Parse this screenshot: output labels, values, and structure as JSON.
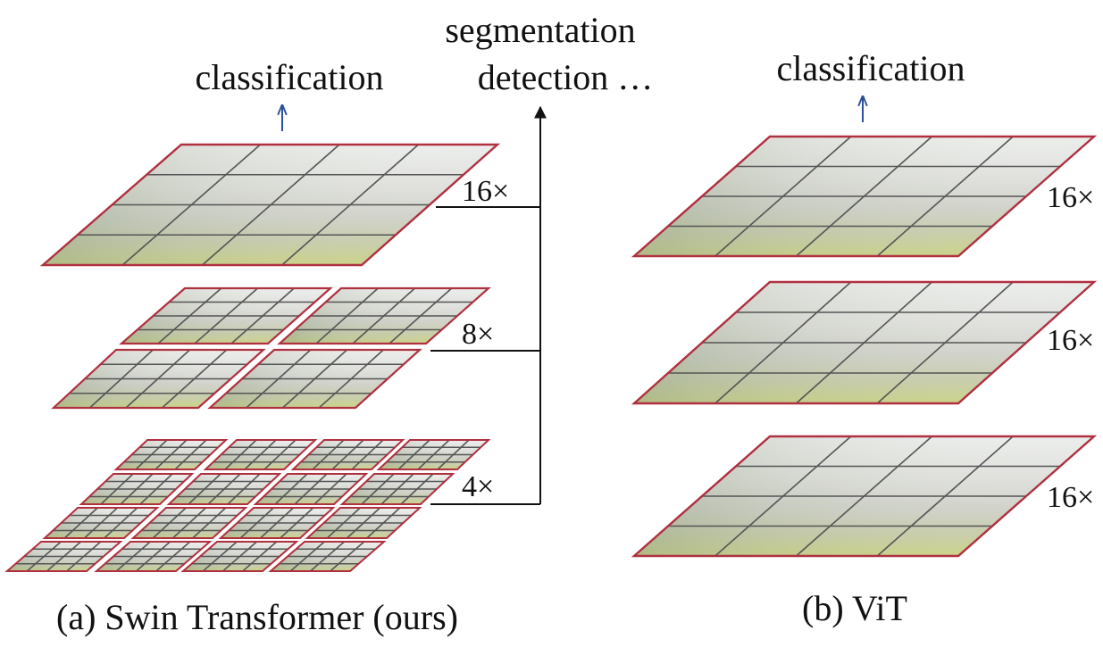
{
  "swin": {
    "top_label": "classification",
    "task_labels": [
      "segmentation",
      "detection …"
    ],
    "scales": [
      "16×",
      "8×",
      "4×"
    ],
    "caption": "(a) Swin Transformer (ours)"
  },
  "vit": {
    "top_label": "classification",
    "scales": [
      "16×",
      "16×",
      "16×"
    ],
    "caption": "(b) ViT"
  },
  "colors": {
    "patch_border": "#b03040",
    "grid_line": "#555555",
    "arrow_up": "#2c4f9c",
    "connector": "#111111"
  }
}
